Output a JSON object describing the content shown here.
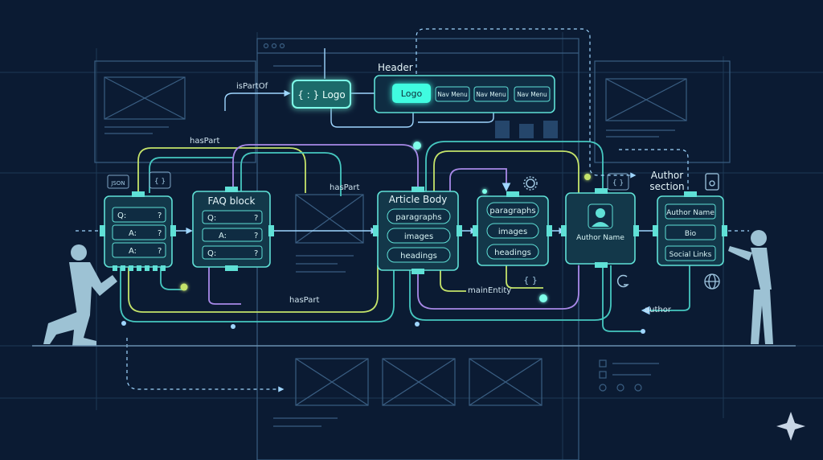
{
  "header": {
    "title": "Header",
    "logo": "Logo",
    "logo_badge": "{ : } Logo",
    "nav": [
      "Nav Menu",
      "Nav Menu",
      "Nav Menu"
    ]
  },
  "faq": {
    "title": "FAQ block",
    "left_rows": [
      "Q:",
      "A:",
      "A:"
    ],
    "left_marks": [
      "?",
      "?",
      "?"
    ],
    "right_rows": [
      "Q:",
      "A:",
      "Q:"
    ],
    "right_marks": [
      "?",
      "?",
      "?"
    ]
  },
  "article": {
    "title": "Article Body",
    "items": [
      "paragraphs",
      "images",
      "headings"
    ]
  },
  "mid": {
    "items": [
      "paragraphs",
      "images",
      "headings"
    ]
  },
  "author": {
    "card_label": "Author Name",
    "section_title_1": "Author",
    "section_title_2": "section",
    "items": [
      "Author Name",
      "Bio",
      "Social Links"
    ]
  },
  "edges": {
    "is_part_of": "isPartOf",
    "has_part_1": "hasPart",
    "has_part_2": "hasPart",
    "has_part_3": "hasPart",
    "main_entity": "mainEntity",
    "author": "author"
  },
  "badges": {
    "json_left": "JSON",
    "braces": "{ }",
    "braces_mid": "{ }",
    "braces_author": "{ }"
  },
  "colors": {
    "bg": "#0b1b33",
    "node_fill": "#13384a",
    "node_stroke": "#5fe0d6",
    "wire_teal": "#46c8c0",
    "wire_lime": "#c4e36a",
    "wire_violet": "#a889e8",
    "grid": "#2a4a6a",
    "glow": "#7fffe9"
  }
}
